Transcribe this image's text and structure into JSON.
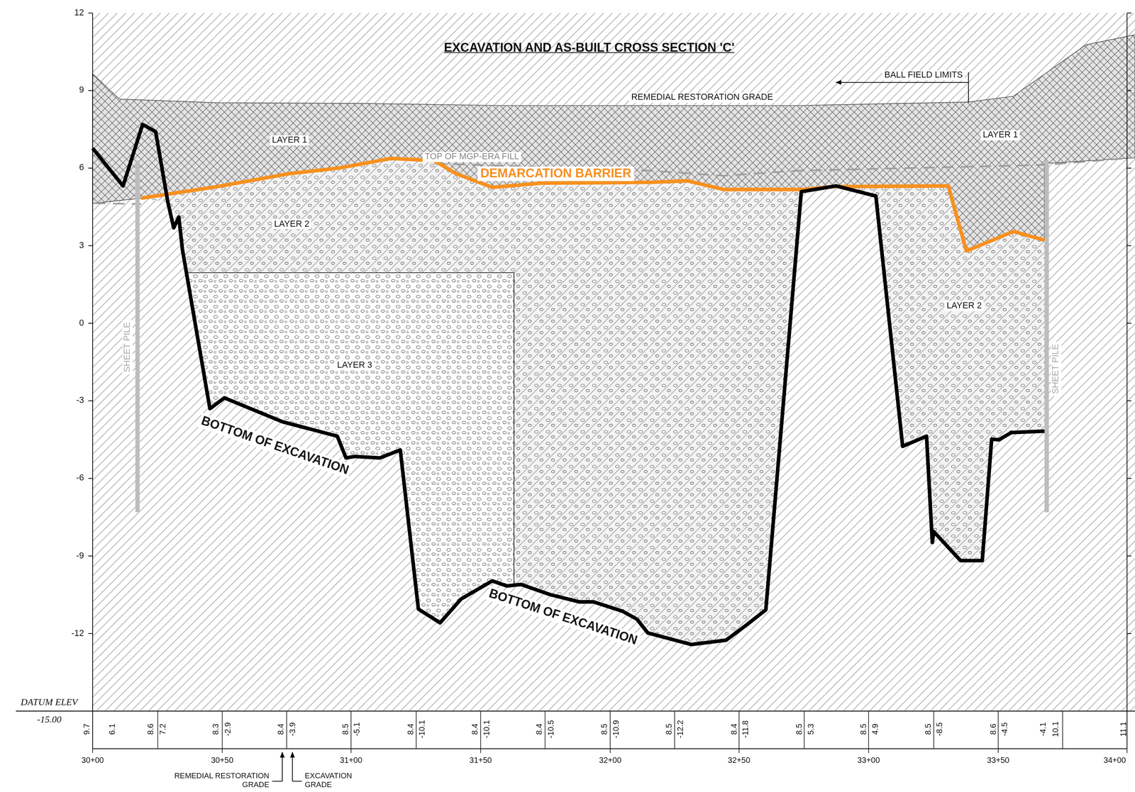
{
  "diagram": {
    "title": "EXCAVATION AND AS-BUILT CROSS SECTION 'C'",
    "labels": [
      "BALL FIELD LIMITS",
      "REMEDIAL RESTORATION GRADE",
      "LAYER 1",
      "LAYER 1",
      "TOP OF MGP-ERA FILL",
      "DEMARCATION BARRIER",
      "LAYER 2",
      "LAYER 2",
      "LAYER 3",
      "SHEET PILE",
      "SHEET PILE",
      "BOTTOM OF EXCAVATION",
      "BOTTOM OF EXCAVATION",
      "12",
      "9",
      "6",
      "3",
      "0",
      "-3",
      "-6",
      "-9",
      "-12",
      "DATUM ELEV",
      "-15.00",
      "9.7",
      "6.1",
      "8.6",
      "7.2",
      "8.3",
      "-2.9",
      "8.4",
      "-3.9",
      "8.5",
      "-5.1",
      "8.4",
      "-10.1",
      "8.4",
      "-10.1",
      "8.4",
      "-10.5",
      "8.5",
      "-10.9",
      "8.5",
      "-12.2",
      "8.4",
      "-11.8",
      "8.5",
      "5.3",
      "8.5",
      "4.9",
      "8.5",
      "-8.5",
      "8.6",
      "-4.5",
      "-4.1",
      "10.1",
      "11.1",
      "30+00",
      "30+50",
      "31+00",
      "31+50",
      "32+00",
      "32+50",
      "33+00",
      "33+50",
      "34+00",
      "REMEDIAL RESTORATION GRADE",
      "EXCAVATION GRADE"
    ]
  }
}
